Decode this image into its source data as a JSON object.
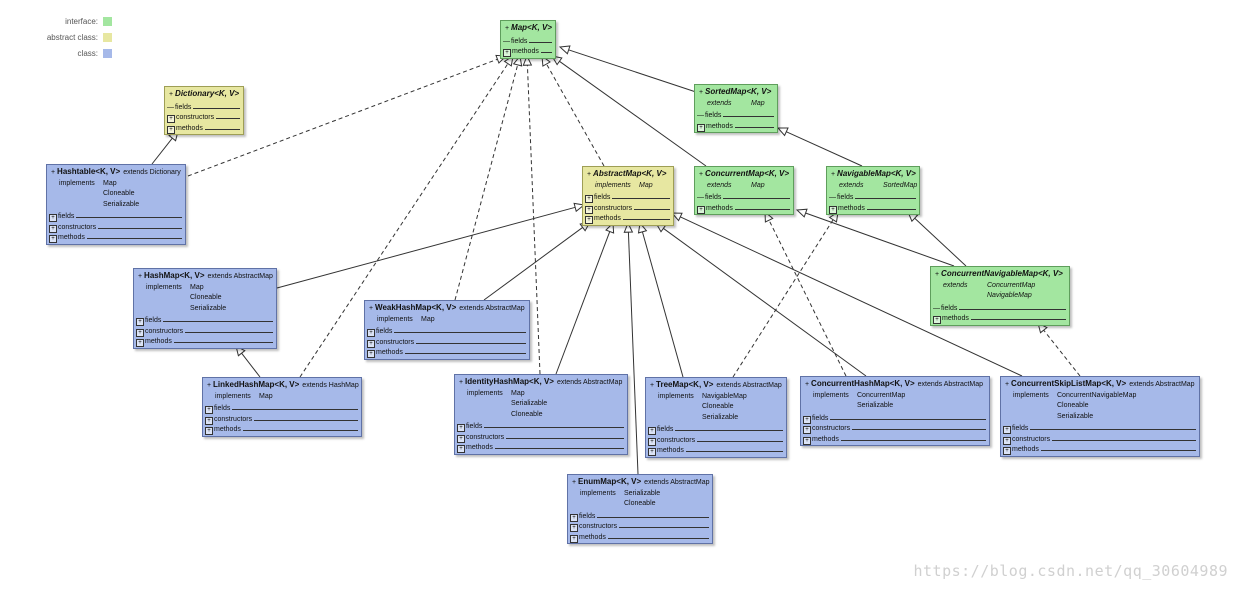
{
  "legend": [
    {
      "label": "interface:",
      "color": "#a3e6a0"
    },
    {
      "label": "abstract class:",
      "color": "#e7e7a1"
    },
    {
      "label": "class:",
      "color": "#a6b9e9"
    }
  ],
  "colors": {
    "interface": "#a3e6a0",
    "abstract": "#e7e7a1",
    "class": "#a6b9e9",
    "edge": "#333333"
  },
  "nodes": {
    "map": {
      "name": "Map<K, V>",
      "ext": "",
      "impl_kw": "",
      "impl": [],
      "sections": [
        "fields",
        "methods"
      ]
    },
    "dictionary": {
      "name": "Dictionary<K, V>",
      "ext": "",
      "impl_kw": "",
      "impl": [],
      "sections": [
        "fields",
        "constructors",
        "methods"
      ]
    },
    "hashtable": {
      "name": "Hashtable<K, V>",
      "ext": "extends Dictionary",
      "impl_kw": "implements",
      "impl": [
        "Map",
        "Cloneable",
        "Serializable"
      ],
      "sections": [
        "fields",
        "constructors",
        "methods"
      ]
    },
    "sortedmap": {
      "name": "SortedMap<K, V>",
      "ext": "",
      "impl_kw": "extends",
      "impl": [
        "Map"
      ],
      "sections": [
        "fields",
        "methods"
      ]
    },
    "abstractmap": {
      "name": "AbstractMap<K, V>",
      "ext": "",
      "impl_kw": "implements",
      "impl": [
        "Map"
      ],
      "sections": [
        "fields",
        "constructors",
        "methods"
      ]
    },
    "concurrentmap": {
      "name": "ConcurrentMap<K, V>",
      "ext": "",
      "impl_kw": "extends",
      "impl": [
        "Map"
      ],
      "sections": [
        "fields",
        "methods"
      ]
    },
    "navigablemap": {
      "name": "NavigableMap<K, V>",
      "ext": "",
      "impl_kw": "extends",
      "impl": [
        "SortedMap"
      ],
      "sections": [
        "fields",
        "methods"
      ]
    },
    "concurrentnavigablemap": {
      "name": "ConcurrentNavigableMap<K, V>",
      "ext": "",
      "impl_kw": "extends",
      "impl": [
        "ConcurrentMap",
        "NavigableMap"
      ],
      "sections": [
        "fields",
        "methods"
      ]
    },
    "hashmap": {
      "name": "HashMap<K, V>",
      "ext": "extends AbstractMap",
      "impl_kw": "implements",
      "impl": [
        "Map",
        "Cloneable",
        "Serializable"
      ],
      "sections": [
        "fields",
        "constructors",
        "methods"
      ]
    },
    "weakhashmap": {
      "name": "WeakHashMap<K, V>",
      "ext": "extends AbstractMap",
      "impl_kw": "implements",
      "impl": [
        "Map"
      ],
      "sections": [
        "fields",
        "constructors",
        "methods"
      ]
    },
    "linkedhashmap": {
      "name": "LinkedHashMap<K, V>",
      "ext": "extends HashMap",
      "impl_kw": "implements",
      "impl": [
        "Map"
      ],
      "sections": [
        "fields",
        "constructors",
        "methods"
      ]
    },
    "identityhashmap": {
      "name": "IdentityHashMap<K, V>",
      "ext": "extends AbstractMap",
      "impl_kw": "implements",
      "impl": [
        "Map",
        "Serializable",
        "Cloneable"
      ],
      "sections": [
        "fields",
        "constructors",
        "methods"
      ]
    },
    "treemap": {
      "name": "TreeMap<K, V>",
      "ext": "extends AbstractMap",
      "impl_kw": "implements",
      "impl": [
        "NavigableMap",
        "Cloneable",
        "Serializable"
      ],
      "sections": [
        "fields",
        "constructors",
        "methods"
      ]
    },
    "concurrenthashmap": {
      "name": "ConcurrentHashMap<K, V>",
      "ext": "extends AbstractMap",
      "impl_kw": "implements",
      "impl": [
        "ConcurrentMap",
        "Serializable"
      ],
      "sections": [
        "fields",
        "constructors",
        "methods"
      ]
    },
    "concurrentskiplistmap": {
      "name": "ConcurrentSkipListMap<K, V>",
      "ext": "extends AbstractMap",
      "impl_kw": "implements",
      "impl": [
        "ConcurrentNavigableMap",
        "Cloneable",
        "Serializable"
      ],
      "sections": [
        "fields",
        "constructors",
        "methods"
      ]
    },
    "enummap": {
      "name": "EnumMap<K, V>",
      "ext": "extends AbstractMap",
      "impl_kw": "implements",
      "impl": [
        "Serializable",
        "Cloneable"
      ],
      "sections": [
        "fields",
        "constructors",
        "methods"
      ]
    }
  },
  "edges": [
    {
      "from": "hashtable",
      "to": "dictionary",
      "kind": "extends"
    },
    {
      "from": "hashtable",
      "to": "map",
      "kind": "implements"
    },
    {
      "from": "sortedmap",
      "to": "map",
      "kind": "extends"
    },
    {
      "from": "abstractmap",
      "to": "map",
      "kind": "implements"
    },
    {
      "from": "concurrentmap",
      "to": "map",
      "kind": "extends"
    },
    {
      "from": "navigablemap",
      "to": "sortedmap",
      "kind": "extends"
    },
    {
      "from": "concurrentnavigablemap",
      "to": "concurrentmap",
      "kind": "extends"
    },
    {
      "from": "concurrentnavigablemap",
      "to": "navigablemap",
      "kind": "extends"
    },
    {
      "from": "hashmap",
      "to": "abstractmap",
      "kind": "extends"
    },
    {
      "from": "weakhashmap",
      "to": "abstractmap",
      "kind": "extends"
    },
    {
      "from": "weakhashmap",
      "to": "map",
      "kind": "implements"
    },
    {
      "from": "linkedhashmap",
      "to": "hashmap",
      "kind": "extends"
    },
    {
      "from": "linkedhashmap",
      "to": "map",
      "kind": "implements"
    },
    {
      "from": "identityhashmap",
      "to": "abstractmap",
      "kind": "extends"
    },
    {
      "from": "identityhashmap",
      "to": "map",
      "kind": "implements"
    },
    {
      "from": "enummap",
      "to": "abstractmap",
      "kind": "extends"
    },
    {
      "from": "treemap",
      "to": "abstractmap",
      "kind": "extends"
    },
    {
      "from": "treemap",
      "to": "navigablemap",
      "kind": "implements"
    },
    {
      "from": "concurrenthashmap",
      "to": "abstractmap",
      "kind": "extends"
    },
    {
      "from": "concurrenthashmap",
      "to": "concurrentmap",
      "kind": "implements"
    },
    {
      "from": "concurrentskiplistmap",
      "to": "abstractmap",
      "kind": "extends"
    },
    {
      "from": "concurrentskiplistmap",
      "to": "concurrentnavigablemap",
      "kind": "implements"
    }
  ],
  "watermark": "https://blog.csdn.net/qq_30604989"
}
